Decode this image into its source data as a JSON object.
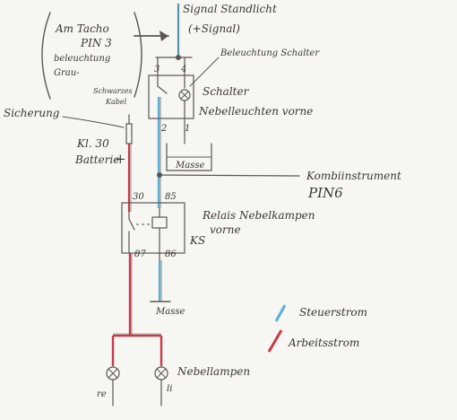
{
  "colors": {
    "control_current": "#58b0d8",
    "working_current": "#c83a48",
    "pencil": "#5a5654",
    "paper": "#f6f6f3"
  },
  "labels": {
    "tacho_note": [
      "Am Tacho",
      "PIN 3",
      "beleuchtung",
      "Grau-",
      "Schwarzes",
      "Kabel"
    ],
    "signal_top": "Signal Standlicht",
    "signal_sub": "(+Signal)",
    "switch_light": "Beleuchtung Schalter",
    "switch_name": [
      "Schalter",
      "Nebelleuchten vorne"
    ],
    "fuse": "Sicherung",
    "battery": [
      "Kl. 30",
      "Batterie"
    ],
    "battery_plus": "+",
    "switch_ground": "Masse",
    "cluster": [
      "Kombiinstrument",
      "PIN6"
    ],
    "relay_name": [
      "Relais Nebelkampen",
      "vorne"
    ],
    "relay_code": "KS",
    "relay_ground": "Masse",
    "lamps": "Nebellampen",
    "lamp_right": "re",
    "lamp_left": "li"
  },
  "pins": {
    "switch_3": "3",
    "switch_4": "4",
    "switch_2": "2",
    "switch_1": "1",
    "relay_30": "30",
    "relay_85": "85",
    "relay_87": "87",
    "relay_86": "86"
  },
  "legend": [
    {
      "name": "Steuerstrom",
      "color": "#58b0d8"
    },
    {
      "name": "Arbeitsstrom",
      "color": "#c83a48"
    }
  ]
}
